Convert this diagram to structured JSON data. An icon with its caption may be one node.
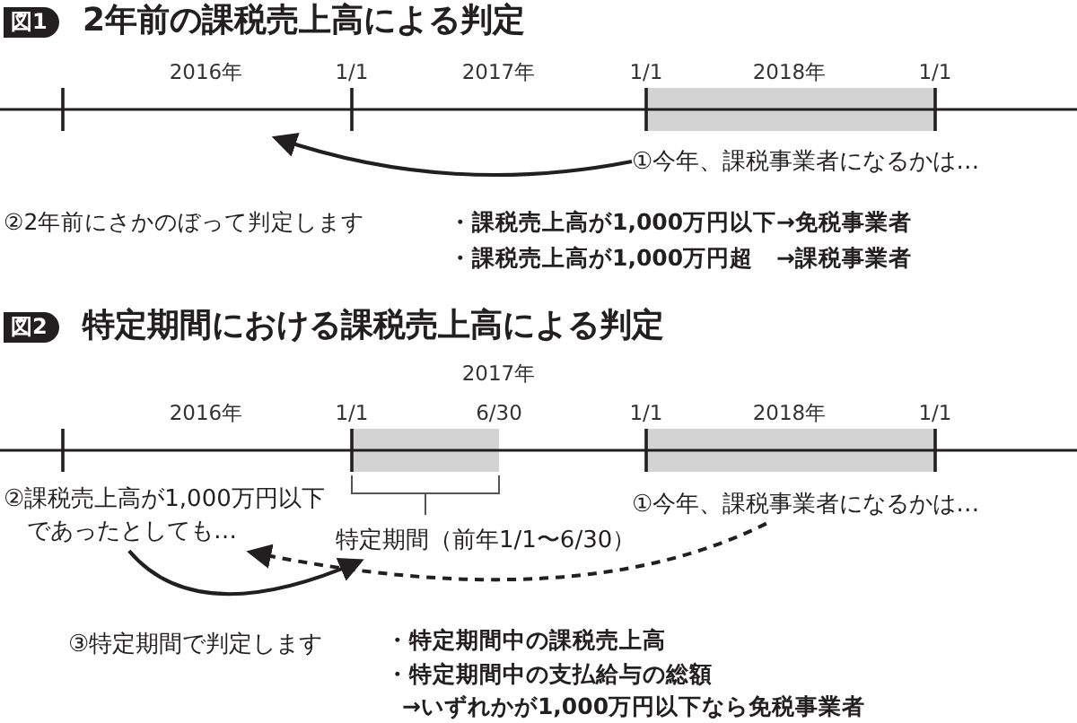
{
  "diagram": {
    "nodes": [
      {
        "text": [
          "①今年、課税事業者になるかは…"
        ]
      },
      {
        "text": [
          "②課税売上高が1,000万円以下であったとしても…"
        ]
      },
      {
        "text": [
          "特定期間（前年1/1〜6/30）"
        ]
      },
      {
        "text": [
          "①今年、課税事業者になるかは…"
        ]
      }
    ],
    "edges": [
      {
        "from": 0,
        "to": null,
        "arrow": "to"
      },
      {
        "from": 3,
        "to": 1,
        "arrow": "to",
        "style": "dashed"
      },
      {
        "from": 1,
        "to": 2,
        "arrow": "to"
      }
    ],
    "labels": [
      "図1",
      "2年前の課税売上高による判定",
      "2016年",
      "1/1",
      "2017年",
      "1/1",
      "2018年",
      "1/1",
      "②2年前にさかのぼって判定します",
      "・課税売上高が1,000万円以下→免税事業者",
      "・課税売上高が1,000万円超　→課税事業者",
      "図2",
      "特定期間における課税売上高による判定",
      "2017年",
      "2016年",
      "1/1",
      "6/30",
      "1/1",
      "2018年",
      "1/1",
      "③特定期間で判定します",
      "・特定期間中の課税売上高",
      "・特定期間中の支払給与の総額",
      "→いずれかが1,000万円以下なら免税事業者"
    ]
  }
}
